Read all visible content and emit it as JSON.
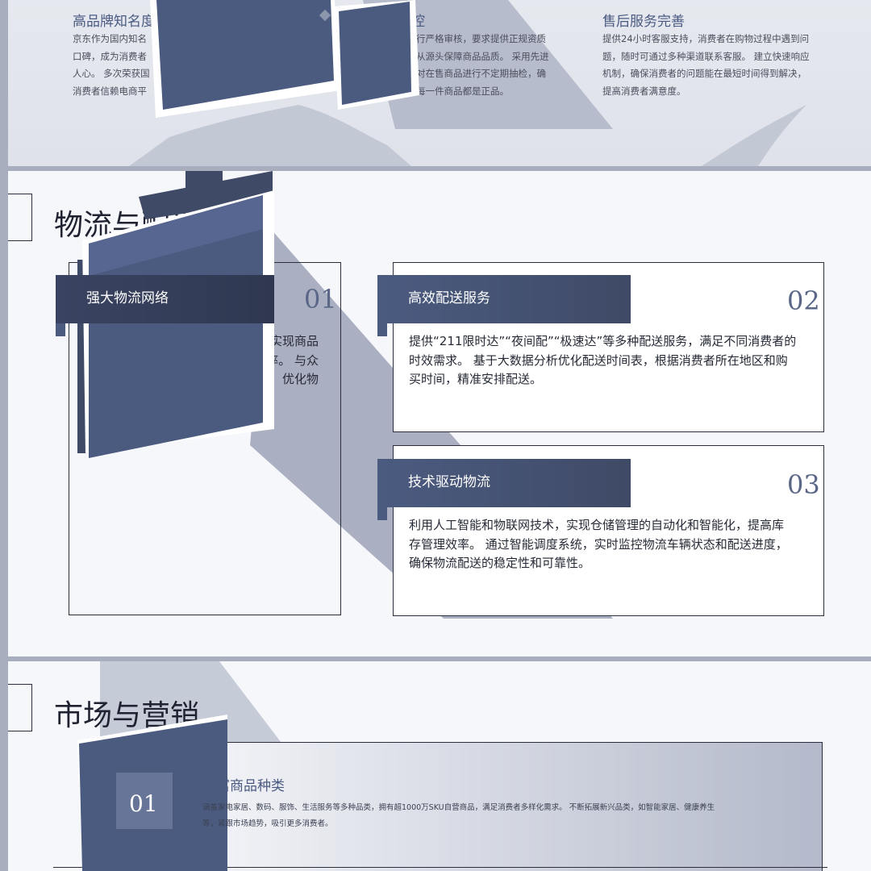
{
  "slide1": {
    "col1": {
      "title": "高品牌知名度",
      "lines": [
        "京东作为国内知名",
        "口碑，成为消费者",
        "人心。 多次荣获国",
        "消费者信赖电商平"
      ]
    },
    "col2": {
      "title": "控",
      "lines": [
        "行严格审核，要求提供正规资质",
        "从源头保障商品品质。 采用先进",
        "对在售商品进行不定期抽检，确",
        "每一件商品都是正品。"
      ]
    },
    "col3": {
      "title": "售后服务完善",
      "lines": [
        "提供24小时客服支持，消费者在购物过程中遇到问",
        "题，随时可通过多种渠道联系客服。 建立快速响应",
        "机制，确保消费者的问题能在最短时间得到解决，",
        "提高消费者满意度。"
      ]
    }
  },
  "slide2": {
    "title": "物流与配送",
    "cards": [
      {
        "banner": "强大物流网络",
        "number": "01",
        "lines": [
          "实现商品",
          "率。 与众",
          "优化物"
        ]
      },
      {
        "banner": "高效配送服务",
        "number": "02",
        "lines": [
          "提供“211限时达”“夜间配”“极速达”等多种配送服务，满足不同消费者的",
          "时效需求。 基于大数据分析优化配送时间表，根据消费者所在地区和购",
          "买时间，精准安排配送。"
        ]
      },
      {
        "banner": "技术驱动物流",
        "number": "03",
        "lines": [
          "利用人工智能和物联网技术，实现仓储管理的自动化和智能化，提高库",
          "存管理效率。 通过智能调度系统，实时监控物流车辆状态和配送进度，",
          "确保物流配送的稳定性和可靠性。"
        ]
      }
    ]
  },
  "slide3": {
    "title": "市场与营销",
    "item": {
      "number": "01",
      "title": "富商品种类",
      "lines": [
        "涵盖家电家居、数码、服饰、生活服务等多种品类，拥有超1000万SKU自营商品，满足消费者多样化需求。 不断拓展新兴品类，如智能家居、健康养生",
        "等，紧跟市场趋势，吸引更多消费者。"
      ]
    }
  },
  "colors": {
    "accent": "#4b5b80",
    "accent_dark": "#3f4a66",
    "page_bg": "#a9aebf",
    "slide_bg": "#f6f7fa"
  }
}
